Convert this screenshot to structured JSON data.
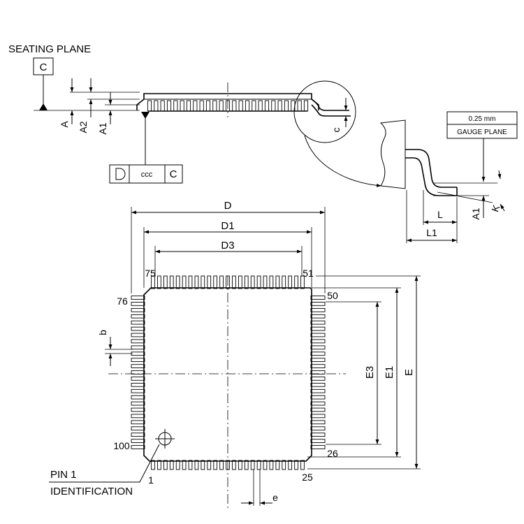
{
  "labels": {
    "seating_plane": "SEATING PLANE",
    "datum_c": "C",
    "dim_a": "A",
    "dim_a2": "A2",
    "dim_a1": "A1",
    "dim_c": "c",
    "fcf_value": "ccc",
    "fcf_datum": "C",
    "gauge_value": "0.25 mm",
    "gauge_plane": "GAUGE PLANE",
    "detail_a1": "A1",
    "detail_k": "K",
    "detail_l": "L",
    "detail_l1": "L1",
    "dim_d": "D",
    "dim_d1": "D1",
    "dim_d3": "D3",
    "dim_e": "E",
    "dim_e1": "E1",
    "dim_e3": "E3",
    "dim_b": "b",
    "dim_pitch": "e",
    "pin_1": "1",
    "pin_25": "25",
    "pin_26": "26",
    "pin_50": "50",
    "pin_51": "51",
    "pin_75": "75",
    "pin_76": "76",
    "pin_100": "100",
    "pin1_line1": "PIN 1",
    "pin1_line2": "IDENTIFICATION"
  },
  "package": {
    "pins_per_side": 25,
    "total_pins": 100
  }
}
